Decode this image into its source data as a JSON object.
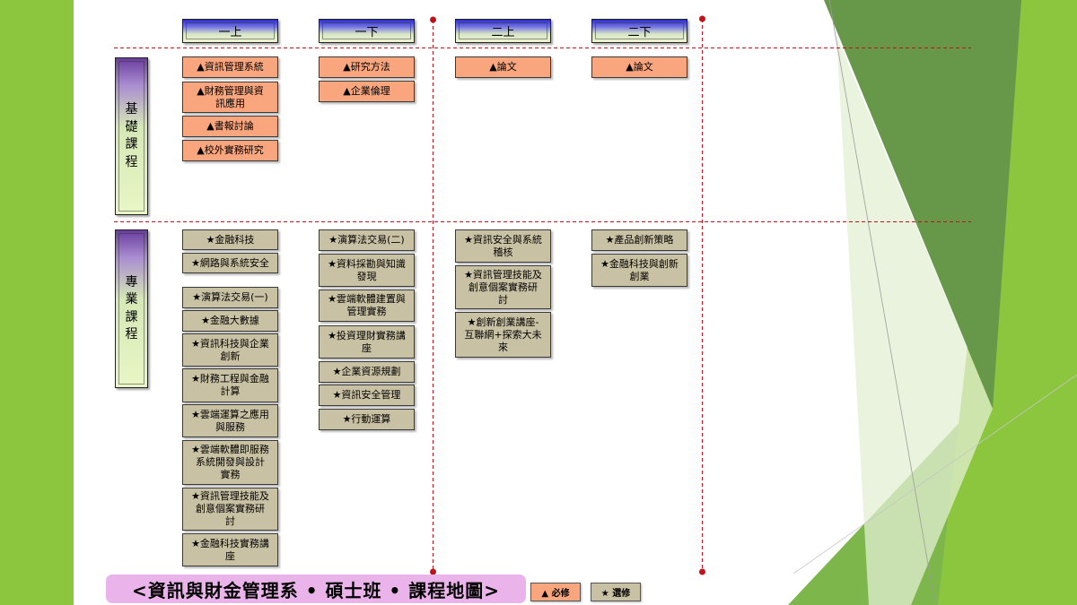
{
  "title": "<資訊與財金管理系 • 碩士班 • 課程地圖>",
  "legend": {
    "required_label": "▲ 必修",
    "elective_label": "★ 選修"
  },
  "categories": {
    "foundation": "基礎課程",
    "professional": "專業課程"
  },
  "semesters": [
    {
      "label": "一上",
      "required": [
        "▲資訊管理系統",
        "▲財務管理與資訊應用",
        "▲書報討論",
        "▲校外實務研究"
      ],
      "elective": [
        "★金融科技",
        "★網路與系統安全",
        "★演算法交易(一)",
        "★金融大數據",
        "★資訊科技與企業創新",
        "★財務工程與金融計算",
        "★雲端運算之應用與服務",
        "★雲端軟體即服務系統開發與設計實務",
        "★資訊管理技能及創意個案實務研討",
        "★金融科技實務講座"
      ]
    },
    {
      "label": "一下",
      "required": [
        "▲研究方法",
        "▲企業倫理"
      ],
      "elective": [
        "★演算法交易(二)",
        "★資料採勘與知識發現",
        "★雲端軟體建置與管理實務",
        "★投資理財實務講座",
        "★企業資源規劃",
        "★資訊安全管理",
        "★行動運算"
      ]
    },
    {
      "label": "二上",
      "required": [
        "▲論文"
      ],
      "elective": [
        "★資訊安全與系統稽核",
        "★資訊管理技能及創意個案實務研討",
        "★創新創業講座-互聯網+探索大未來"
      ]
    },
    {
      "label": "二下",
      "required": [
        "▲論文"
      ],
      "elective": [
        "★產品創新策略",
        "★金融科技與創新創業"
      ]
    }
  ],
  "colors": {
    "required_fill": "#F9A67F",
    "elective_fill": "#C9C1A3",
    "title_fill": "#EAB4EA",
    "divider_red": "#C0121B",
    "theme_green": "#8CC63F",
    "semester_header_blue": "#2B2BCF",
    "category_purple": "#6A3D9E"
  }
}
